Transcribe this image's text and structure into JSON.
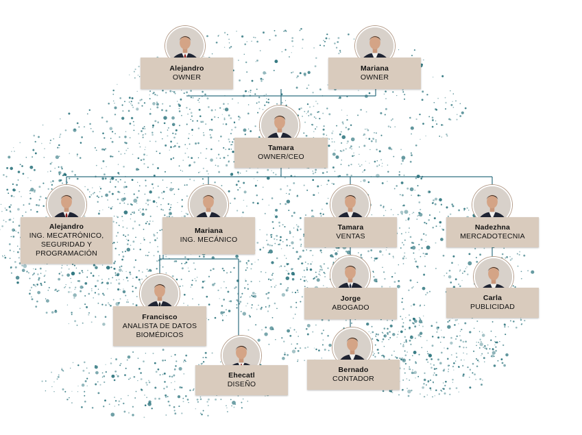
{
  "colors": {
    "card_bg": "#d9cbbd",
    "line": "#2f6f80",
    "splatter": "#1d6a74",
    "avatar_ring": "#b39a87"
  },
  "people": [
    {
      "id": "alejandro-owner",
      "name": "Alejandro",
      "role": "OWNER",
      "hair": "#2a211c",
      "tie": "#8b1a1a"
    },
    {
      "id": "mariana-owner",
      "name": "Mariana",
      "role": "OWNER",
      "hair": "#3a2a20",
      "tie": ""
    },
    {
      "id": "tamara-ceo",
      "name": "Tamara",
      "role": "OWNER/CEO",
      "hair": "#1f1712",
      "tie": ""
    },
    {
      "id": "alejandro-mecatronico",
      "name": "Alejandro",
      "role": "ING. MECATRÓNICO,\nSEGURIDAD Y\nPROGRAMACIÓN",
      "hair": "#2a211c",
      "tie": "#8b1a1a"
    },
    {
      "id": "mariana-mecanico",
      "name": "Mariana",
      "role": "ING. MECÁNICO",
      "hair": "#3a2a20",
      "tie": ""
    },
    {
      "id": "tamara-ventas",
      "name": "Tamara",
      "role": "VENTAS",
      "hair": "#1f1712",
      "tie": ""
    },
    {
      "id": "nadezhna",
      "name": "Nadezhna",
      "role": "MERCADOTECNIA",
      "hair": "#2b1f18",
      "tie": ""
    },
    {
      "id": "francisco",
      "name": "Francisco",
      "role": "ANALISTA DE DATOS\nBIOMÉDICOS",
      "hair": "#1e1814",
      "tie": "#1c1c1c"
    },
    {
      "id": "ehecatl",
      "name": "Ehecatl",
      "role": "DISEÑO",
      "hair": "#1b1511",
      "tie": "#8b1a1a"
    },
    {
      "id": "jorge",
      "name": "Jorge",
      "role": "ABOGADO",
      "hair": "#221a15",
      "tie": "#1c2740"
    },
    {
      "id": "bernado",
      "name": "Bernado",
      "role": "CONTADOR",
      "hair": "#201813",
      "tie": ""
    },
    {
      "id": "carla",
      "name": "Carla",
      "role": "PUBLICIDAD",
      "hair": "#2a1d15",
      "tie": ""
    }
  ]
}
